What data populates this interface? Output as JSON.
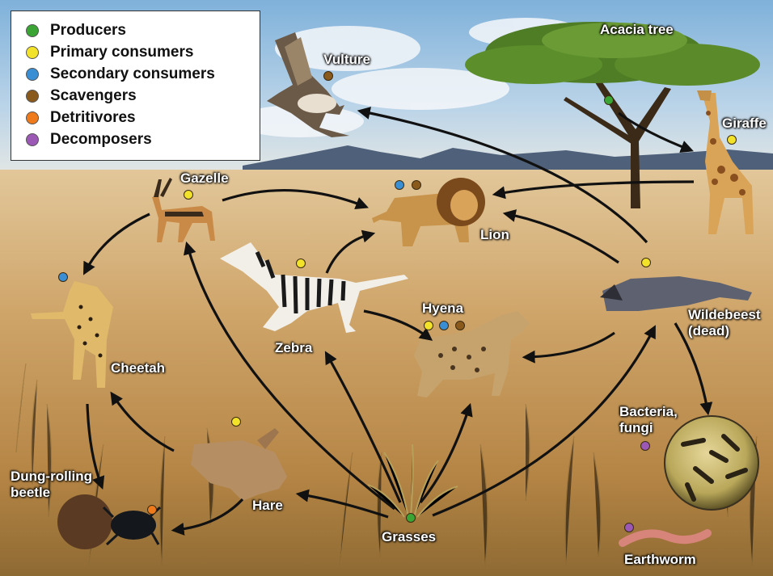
{
  "colors": {
    "producer": "#3aa535",
    "primary": "#f3e22a",
    "secondary": "#3a8fd4",
    "scavenger": "#8a5a1c",
    "detritivore": "#ee7a1c",
    "decomposer": "#9b58b5"
  },
  "legend": [
    {
      "label": "Producers",
      "role": "producer"
    },
    {
      "label": "Primary consumers",
      "role": "primary"
    },
    {
      "label": "Secondary consumers",
      "role": "secondary"
    },
    {
      "label": "Scavengers",
      "role": "scavenger"
    },
    {
      "label": "Detritivores",
      "role": "detritivore"
    },
    {
      "label": "Decomposers",
      "role": "decomposer"
    }
  ],
  "organisms": {
    "acacia": {
      "label": "Acacia tree",
      "roles": [
        "producer"
      ]
    },
    "vulture": {
      "label": "Vulture",
      "roles": [
        "scavenger"
      ]
    },
    "giraffe": {
      "label": "Giraffe",
      "roles": [
        "primary"
      ]
    },
    "gazelle": {
      "label": "Gazelle",
      "roles": [
        "primary"
      ]
    },
    "lion": {
      "label": "Lion",
      "roles": [
        "secondary",
        "scavenger"
      ]
    },
    "zebra": {
      "label": "Zebra",
      "roles": [
        "primary"
      ]
    },
    "hyena": {
      "label": "Hyena",
      "roles": [
        "primary",
        "secondary",
        "scavenger"
      ]
    },
    "wildebeest": {
      "label": "Wildebeest\n(dead)",
      "roles": [
        "primary"
      ]
    },
    "cheetah": {
      "label": "Cheetah",
      "roles": [
        "secondary"
      ]
    },
    "bacteria": {
      "label": "Bacteria,\nfungi",
      "roles": [
        "decomposer"
      ]
    },
    "hare": {
      "label": "Hare",
      "roles": [
        "primary"
      ]
    },
    "beetle": {
      "label": "Dung-rolling\nbeetle",
      "roles": [
        "detritivore"
      ]
    },
    "grasses": {
      "label": "Grasses",
      "roles": [
        "producer"
      ]
    },
    "earthworm": {
      "label": "Earthworm",
      "roles": [
        "decomposer"
      ]
    }
  },
  "links": [
    {
      "from": "acacia",
      "to": "giraffe"
    },
    {
      "from": "giraffe",
      "to": "lion"
    },
    {
      "from": "wildebeest",
      "to": "vulture"
    },
    {
      "from": "wildebeest",
      "to": "lion"
    },
    {
      "from": "wildebeest",
      "to": "hyena"
    },
    {
      "from": "wildebeest",
      "to": "bacteria"
    },
    {
      "from": "gazelle",
      "to": "lion"
    },
    {
      "from": "gazelle",
      "to": "cheetah"
    },
    {
      "from": "zebra",
      "to": "lion"
    },
    {
      "from": "zebra",
      "to": "hyena"
    },
    {
      "from": "hare",
      "to": "cheetah"
    },
    {
      "from": "hare",
      "to": "beetle"
    },
    {
      "from": "cheetah",
      "to": "beetle"
    },
    {
      "from": "grasses",
      "to": "gazelle"
    },
    {
      "from": "grasses",
      "to": "zebra"
    },
    {
      "from": "grasses",
      "to": "hyena"
    },
    {
      "from": "grasses",
      "to": "wildebeest"
    },
    {
      "from": "grasses",
      "to": "hare"
    }
  ]
}
